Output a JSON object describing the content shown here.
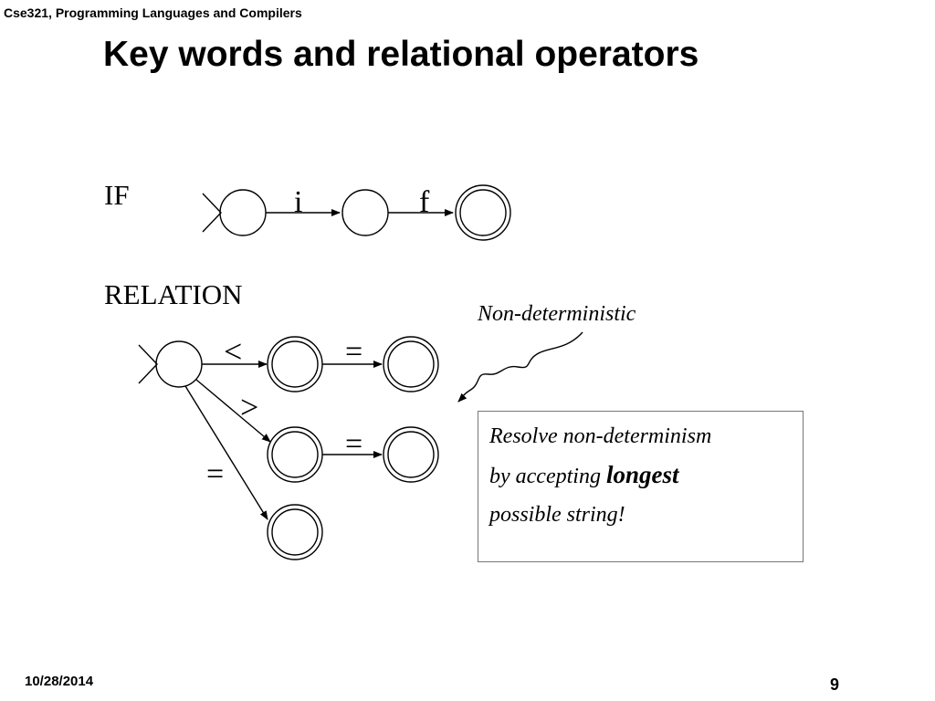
{
  "header": {
    "course": "Cse321, Programming Languages and Compilers"
  },
  "slide": {
    "title": "Key words and relational operators"
  },
  "diagram": {
    "if_label": "IF",
    "relation_label": "RELATION",
    "transitions": {
      "i": "i",
      "f": "f",
      "lt": "<",
      "gt": ">",
      "eq_after_lt": "=",
      "eq_after_gt": "=",
      "eq_direct": "="
    },
    "annotation": "Non-deterministic",
    "note": {
      "line1": "Resolve non-determinism",
      "line2_prefix": "by accepting ",
      "line2_emphasis": "longest",
      "line3": "possible string!"
    }
  },
  "footer": {
    "date": "10/28/2014",
    "page": "9"
  }
}
